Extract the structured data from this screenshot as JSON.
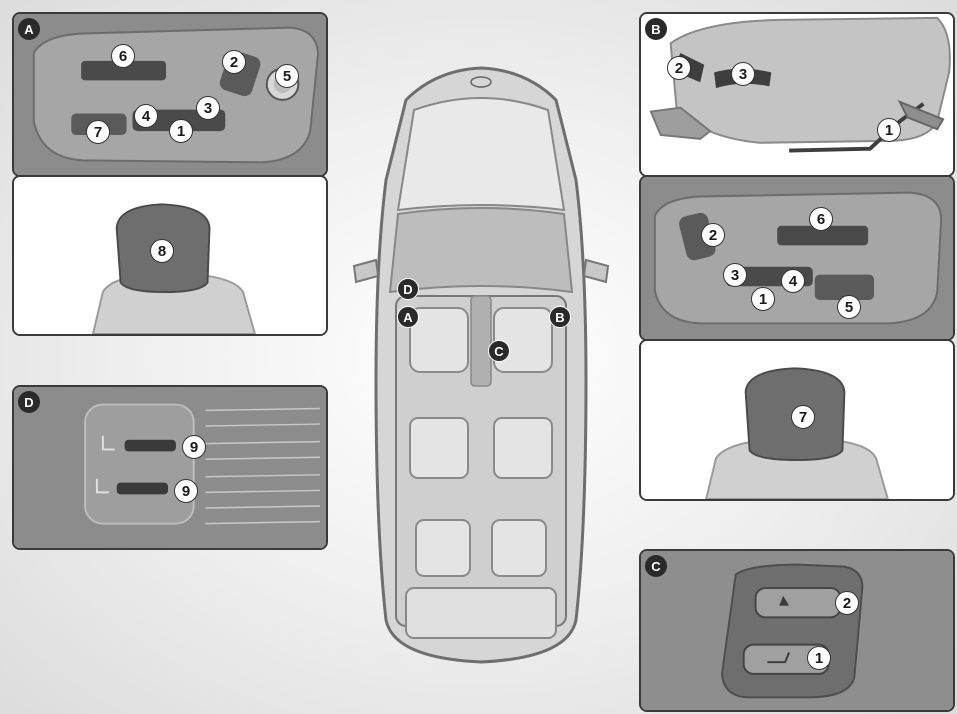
{
  "panels": {
    "A": {
      "letter": "A",
      "callouts": [
        "6",
        "2",
        "5",
        "3",
        "4",
        "7",
        "1"
      ]
    },
    "A_headrest": {
      "callouts": [
        "8"
      ]
    },
    "B": {
      "letter": "B",
      "callouts": [
        "2",
        "3",
        "1"
      ]
    },
    "B_switch": {
      "callouts": [
        "2",
        "6",
        "3",
        "4",
        "1",
        "5"
      ]
    },
    "B_headrest": {
      "callouts": [
        "7"
      ]
    },
    "C": {
      "letter": "C",
      "callouts": [
        "2",
        "1"
      ]
    },
    "D": {
      "letter": "D",
      "callouts": [
        "9",
        "9"
      ]
    }
  },
  "car_markers": [
    "D",
    "A",
    "B",
    "C"
  ],
  "colors": {
    "panel_dark": "#8a8a8a",
    "panel_mid": "#a9a9a9",
    "panel_light": "#c8c8c8",
    "switch": "#5a5a5a",
    "headrest": "#6a6a6a"
  }
}
